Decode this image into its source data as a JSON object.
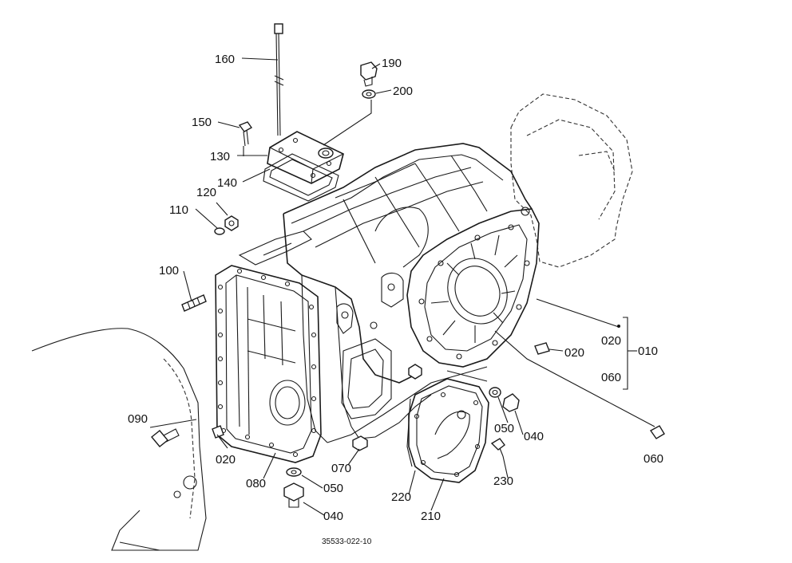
{
  "diagram_code": "35533-022-10",
  "labels": {
    "p160": "160",
    "p190": "190",
    "p200": "200",
    "p150": "150",
    "p130": "130",
    "p140": "140",
    "p120": "120",
    "p110": "110",
    "p100": "100",
    "p090": "090",
    "p020a": "020",
    "p080": "080",
    "p050a": "050",
    "p040a": "040",
    "p070": "070",
    "p220": "220",
    "p210": "210",
    "p230": "230",
    "p050b": "050",
    "p040b": "040",
    "p020b": "020",
    "p020c": "020",
    "p010": "010",
    "p060a": "060",
    "p060b": "060"
  }
}
